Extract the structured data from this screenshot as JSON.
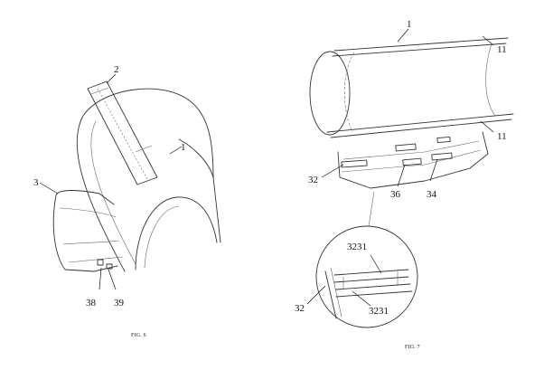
{
  "figures": [
    {
      "caption": "FIG. 6",
      "labels": [
        "1",
        "2",
        "3",
        "38",
        "39"
      ]
    },
    {
      "caption": "FIG. 7",
      "labels": [
        "1",
        "11",
        "11",
        "32",
        "36",
        "34",
        "3231",
        "32",
        "3231"
      ]
    }
  ]
}
